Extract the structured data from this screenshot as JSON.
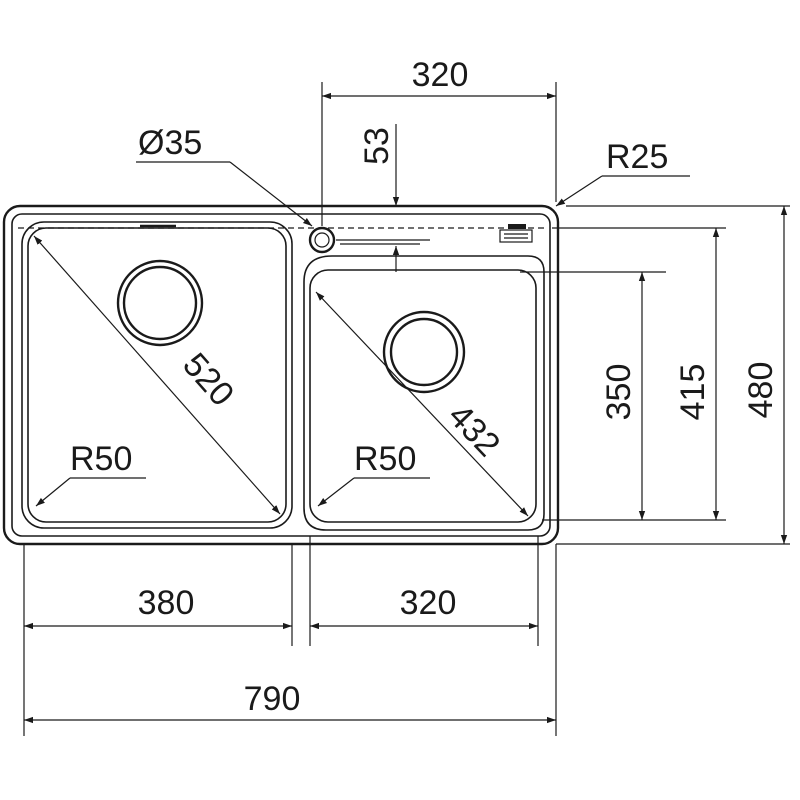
{
  "colors": {
    "line": "#1a1a1a",
    "background": "#ffffff"
  },
  "dimensions": {
    "top_width": "320",
    "drain_diameter": "Ø35",
    "tap_offset": "53",
    "corner_radius": "R25",
    "left_diagonal": "520",
    "right_diagonal": "432",
    "left_radius": "R50",
    "right_radius": "R50",
    "right_bowl_depth": "350",
    "inner_depth": "415",
    "overall_depth": "480",
    "left_bowl_width": "380",
    "right_bowl_width": "320",
    "overall_width": "790"
  }
}
